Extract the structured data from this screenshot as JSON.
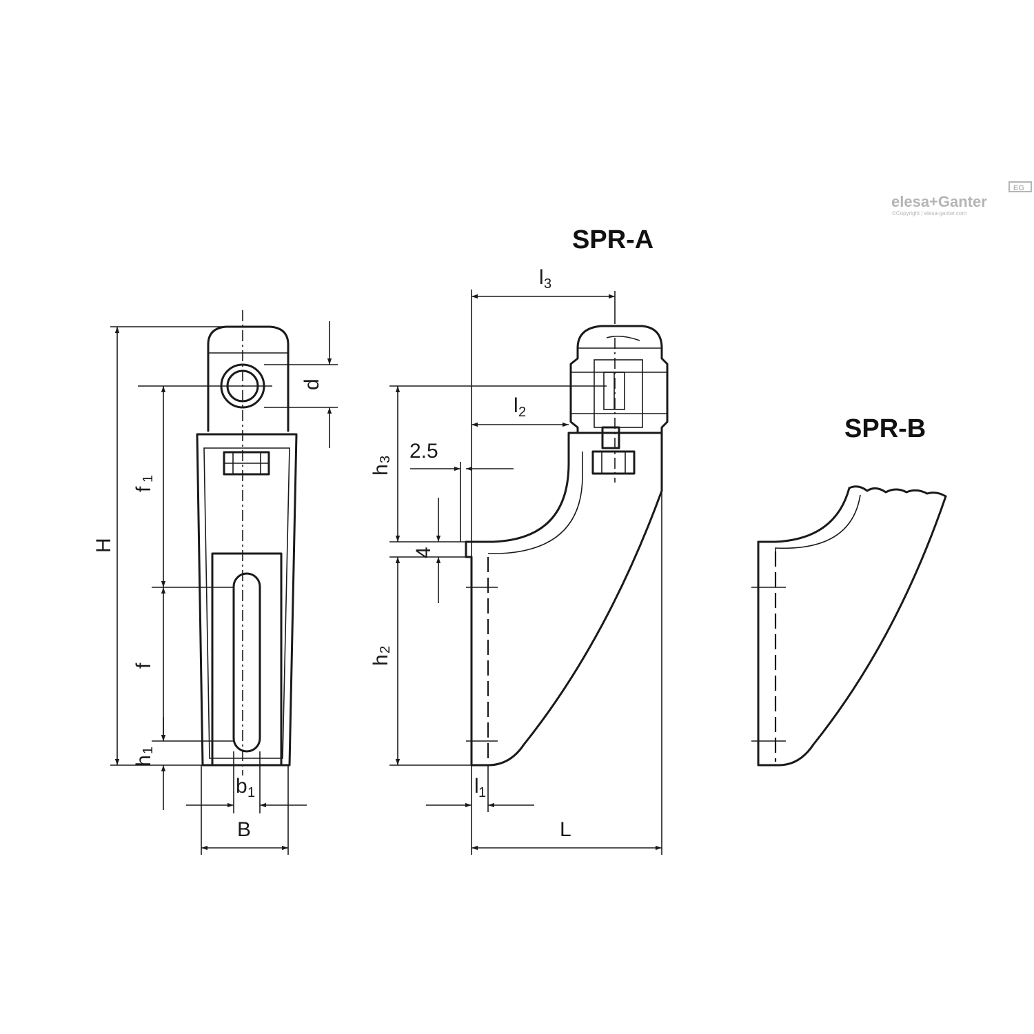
{
  "titles": {
    "view_a": "SPR-A",
    "view_b": "SPR-B"
  },
  "brand": {
    "name": "elesa+Ganter",
    "badge": "EG",
    "copyright": "©Copyright | elesa-ganter.com"
  },
  "dims": {
    "H": "H",
    "f1": "f",
    "f1_sub": "1",
    "f": "f",
    "h1": "h",
    "h1_sub": "1",
    "d": "d",
    "b1": "b",
    "b1_sub": "1",
    "B": "B",
    "l3": "l",
    "l3_sub": "3",
    "l2": "l",
    "l2_sub": "2",
    "h3": "h",
    "h3_sub": "3",
    "v25": "2.5",
    "v4": "4",
    "h2": "h",
    "h2_sub": "2",
    "l1": "l",
    "l1_sub": "1",
    "L": "L"
  }
}
